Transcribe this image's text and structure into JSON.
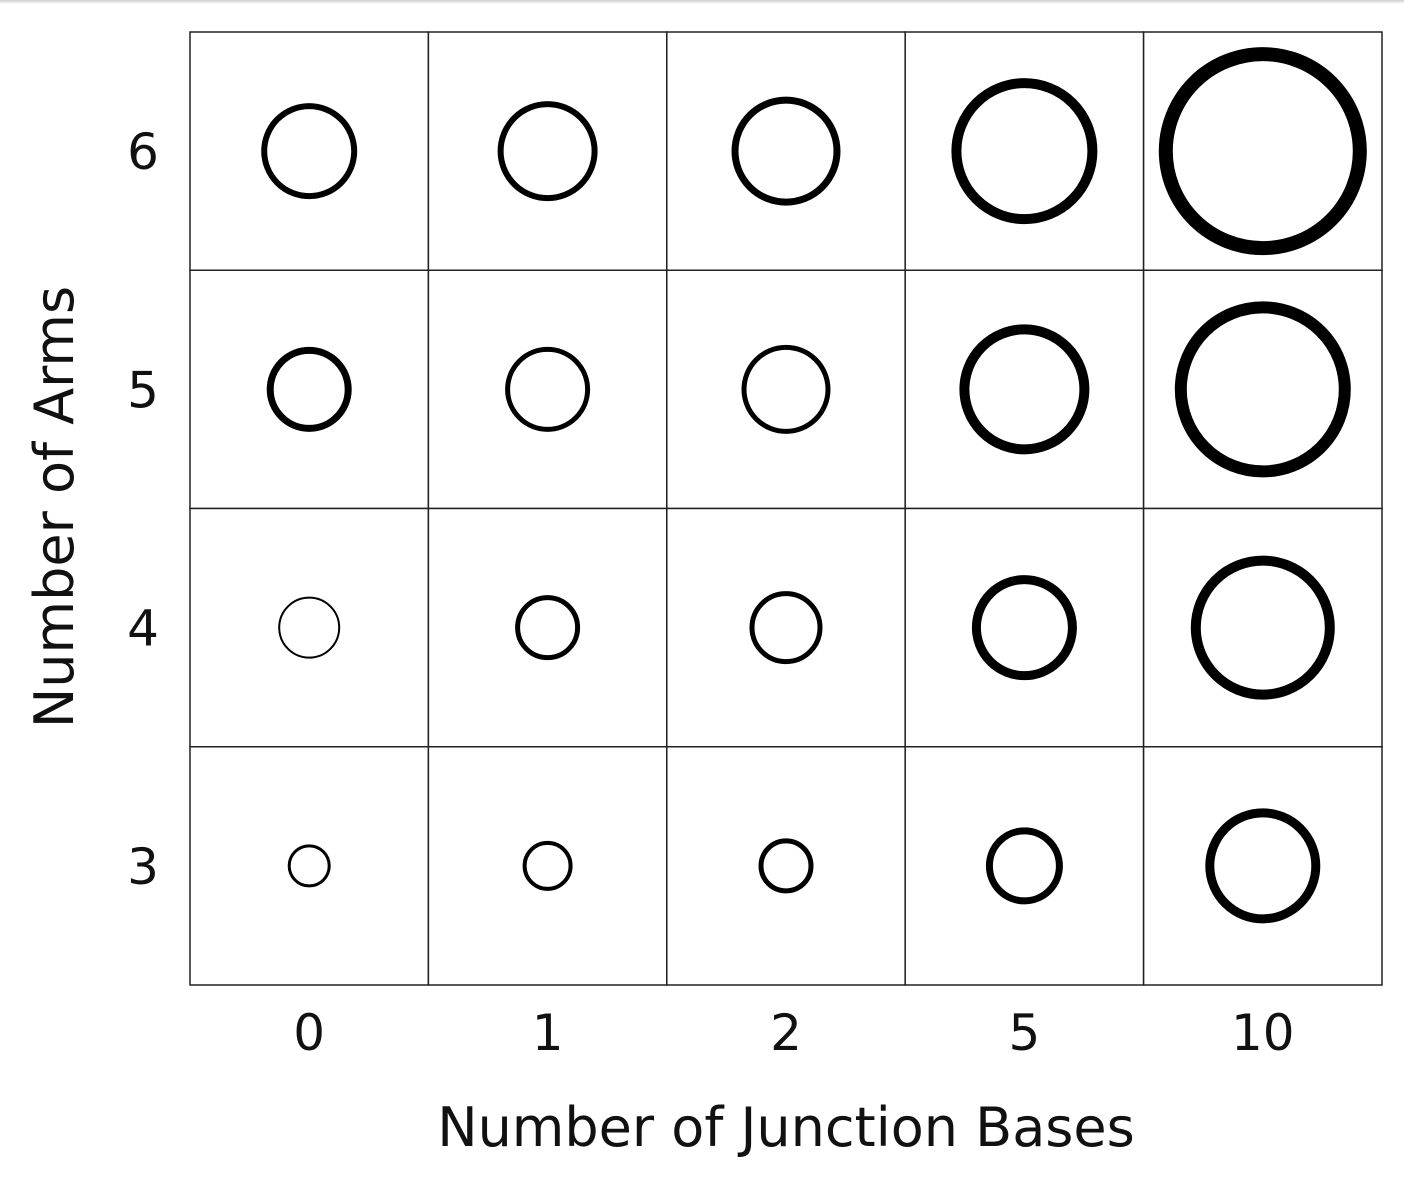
{
  "chart_data": {
    "type": "grid-circle",
    "xlabel": "Number of Junction Bases",
    "ylabel": "Number of Arms",
    "x_categories": [
      "0",
      "1",
      "2",
      "5",
      "10"
    ],
    "y_categories": [
      "3",
      "4",
      "5",
      "6"
    ],
    "grid": true,
    "cells": [
      {
        "x": "0",
        "y": "6",
        "size": 45,
        "weight": 6
      },
      {
        "x": "1",
        "y": "6",
        "size": 47,
        "weight": 6
      },
      {
        "x": "2",
        "y": "6",
        "size": 51,
        "weight": 7
      },
      {
        "x": "5",
        "y": "6",
        "size": 68,
        "weight": 10
      },
      {
        "x": "10",
        "y": "6",
        "size": 97,
        "weight": 14
      },
      {
        "x": "0",
        "y": "5",
        "size": 39,
        "weight": 7
      },
      {
        "x": "1",
        "y": "5",
        "size": 40,
        "weight": 5
      },
      {
        "x": "2",
        "y": "5",
        "size": 42,
        "weight": 5
      },
      {
        "x": "5",
        "y": "5",
        "size": 60,
        "weight": 10
      },
      {
        "x": "10",
        "y": "5",
        "size": 82,
        "weight": 12
      },
      {
        "x": "0",
        "y": "4",
        "size": 30,
        "weight": 2
      },
      {
        "x": "1",
        "y": "4",
        "size": 30,
        "weight": 5
      },
      {
        "x": "2",
        "y": "4",
        "size": 34,
        "weight": 5
      },
      {
        "x": "5",
        "y": "4",
        "size": 48,
        "weight": 9
      },
      {
        "x": "10",
        "y": "4",
        "size": 67,
        "weight": 10
      },
      {
        "x": "0",
        "y": "3",
        "size": 20,
        "weight": 3
      },
      {
        "x": "1",
        "y": "3",
        "size": 23,
        "weight": 4
      },
      {
        "x": "2",
        "y": "3",
        "size": 25,
        "weight": 5
      },
      {
        "x": "5",
        "y": "3",
        "size": 35,
        "weight": 7
      },
      {
        "x": "10",
        "y": "3",
        "size": 53,
        "weight": 9
      }
    ],
    "colors": {
      "stroke": "#000000",
      "grid": "#222222",
      "background": "#ffffff"
    }
  }
}
